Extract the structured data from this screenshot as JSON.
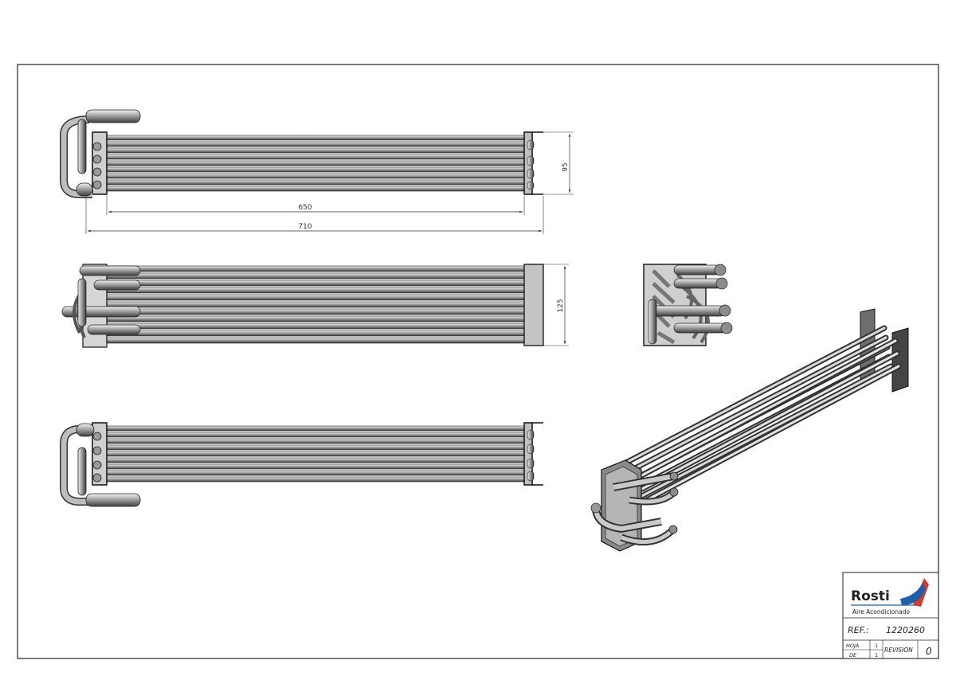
{
  "drawing": {
    "dimensions": {
      "height_front": "95",
      "inner_length": "650",
      "overall_length": "710",
      "height_top": "125"
    }
  },
  "title_block": {
    "brand": "Rosti",
    "tagline": "Aire Acondicionado",
    "ref_label": "REF.:",
    "ref_value": "1220260",
    "hoja_label": "HOJA",
    "hoja_value": "1",
    "de_label": "DE",
    "de_value": "1",
    "revision_label": "REVISION",
    "revision_value": "0",
    "colors": {
      "brand_blue": "#1f5fa8",
      "accent_red": "#d63a2a",
      "ink": "#111111"
    }
  }
}
